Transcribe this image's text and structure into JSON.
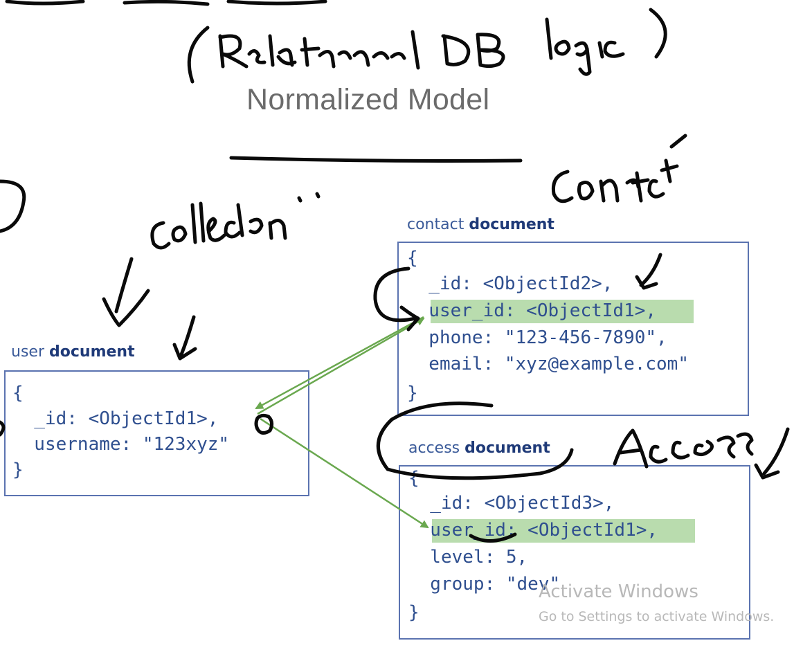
{
  "diagram": {
    "title": "Normalized Model",
    "user_doc": {
      "label_prefix": "user",
      "label_kw": "document",
      "lines": [
        "{",
        "  _id: <ObjectId1>,",
        "  username: \"123xyz\"",
        "}"
      ]
    },
    "contact_doc": {
      "label_prefix": "contact",
      "label_kw": "document",
      "lines": [
        "{",
        "  _id: <ObjectId2>,",
        "  user_id: <ObjectId1>,",
        "  phone: \"123-456-7890\",",
        "  email: \"xyz@example.com\"",
        "}"
      ]
    },
    "access_doc": {
      "label_prefix": "access",
      "label_kw": "document",
      "lines": [
        "{",
        "  _id: <ObjectId3>,",
        "  user_id: <ObjectId1>,",
        "  level: 5,",
        "  group: \"dev\"",
        "}"
      ]
    },
    "arrow_color": "#6aa84f",
    "highlight_color": "#b9dcae"
  },
  "watermark": {
    "line1": "Activate Windows",
    "line2": "Go to Settings to activate Windows."
  }
}
